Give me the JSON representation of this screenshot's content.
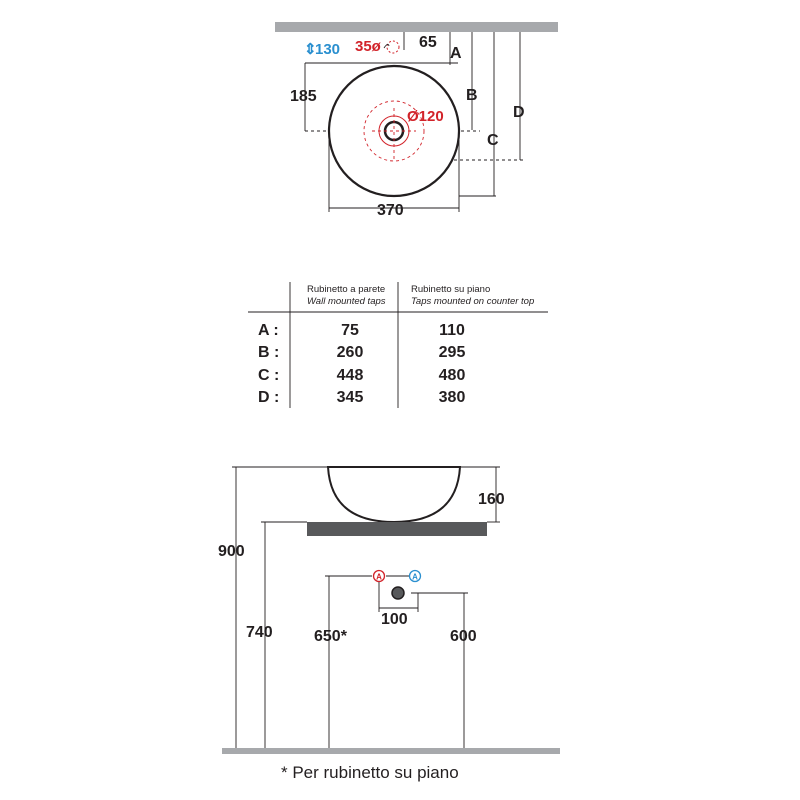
{
  "top_view": {
    "flow_height": "130",
    "tap_dia": "35ø",
    "offset_65": "65",
    "depth_185": "185",
    "drain_dia": "Ø120",
    "width_370": "370",
    "label_a": "A",
    "label_b": "B",
    "label_c": "C",
    "label_d": "D"
  },
  "table": {
    "col1_title": "Rubinetto a parete",
    "col1_subtitle": "Wall mounted taps",
    "col2_title": "Rubinetto su piano",
    "col2_subtitle": "Taps mounted on counter top",
    "rows": [
      {
        "label": "A :",
        "wall": "75",
        "counter": "110"
      },
      {
        "label": "B :",
        "wall": "260",
        "counter": "295"
      },
      {
        "label": "C :",
        "wall": "448",
        "counter": "480"
      },
      {
        "label": "D :",
        "wall": "345",
        "counter": "380"
      }
    ]
  },
  "side_view": {
    "height_160": "160",
    "height_900": "900",
    "height_740": "740",
    "height_650": "650*",
    "height_600": "600",
    "spacing_100": "100",
    "hot_symbol": "A",
    "cold_symbol": "A"
  },
  "footnote": "* Per rubinetto su piano",
  "colors": {
    "line": "#231f20",
    "hot": "#d2232a",
    "cold": "#2a8fcf",
    "slab": "#58595b",
    "wall": "#a7a9ac"
  }
}
